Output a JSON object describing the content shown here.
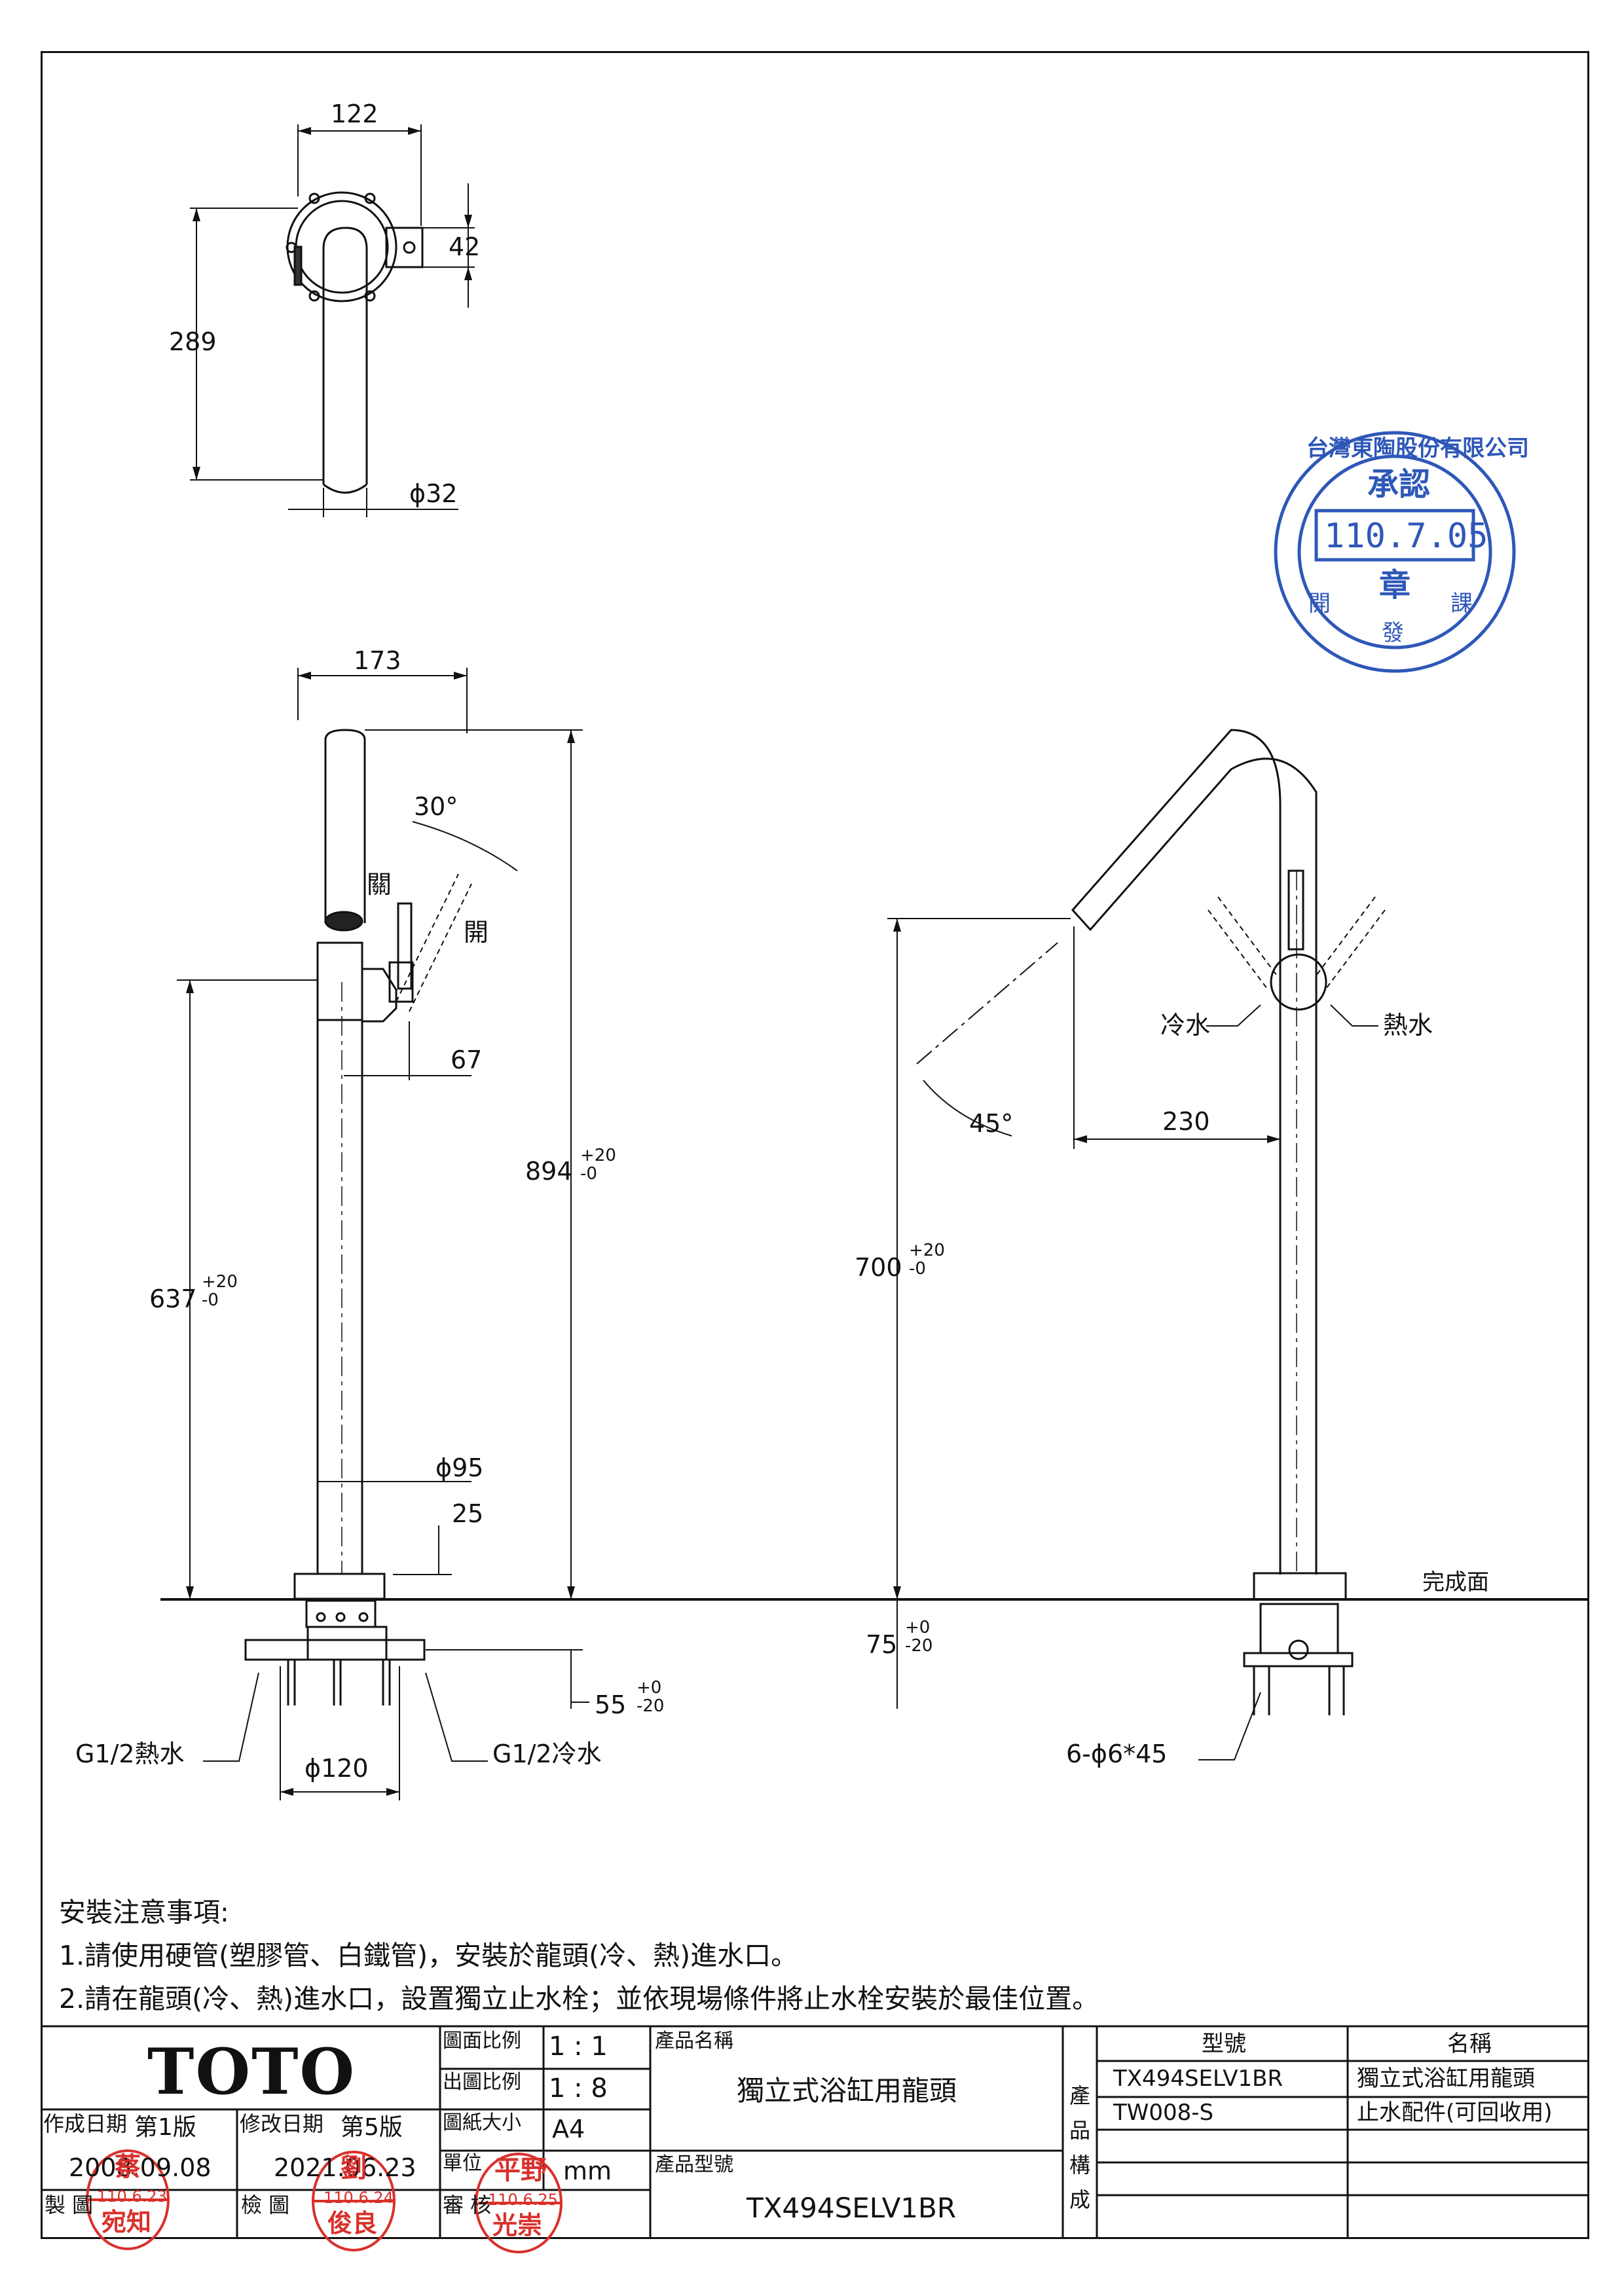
{
  "top_view": {
    "dim_width": "122",
    "dim_handle": "42",
    "dim_length": "289",
    "dim_dia": "ϕ32"
  },
  "side_view": {
    "dim_width": "173",
    "angle": "30°",
    "label_close": "關",
    "label_open": "開",
    "dim_offset": "67",
    "dim_total": "894",
    "tol_total_plus": "+20",
    "tol_total_minus": "-0",
    "dim_lever": "637",
    "tol_lever_plus": "+20",
    "tol_lever_minus": "-0",
    "dim_base_dia": "ϕ95",
    "dim_base_h": "25",
    "dim_below": "55",
    "tol_below_plus": "+0",
    "tol_below_minus": "-20",
    "label_hot_inlet": "G1/2熱水",
    "label_cold_inlet": "G1/2冷水",
    "dim_flange": "ϕ120"
  },
  "front_view": {
    "label_cold": "冷水",
    "label_hot": "熱水",
    "angle": "45°",
    "dim_reach": "230",
    "dim_height": "700",
    "tol_height_plus": "+20",
    "tol_height_minus": "-0",
    "label_finish": "完成面",
    "dim_below": "75",
    "tol_below_plus": "+0",
    "tol_below_minus": "-20",
    "label_bolts": "6-ϕ6*45"
  },
  "approval_stamp": {
    "company": "台灣東陶股份有限公司",
    "word": "承認",
    "date": "110.7.05",
    "seal": "章",
    "dept_left": "開",
    "dept_mid": "發",
    "dept_right": "課"
  },
  "notes": {
    "title": "安裝注意事項:",
    "items": [
      "1.請使用硬管(塑膠管、白鐵管)，安裝於龍頭(冷、熱)進水口。",
      "2.請在龍頭(冷、熱)進水口，設置獨立止水栓；並依現場條件將止水栓安裝於最佳位置。"
    ]
  },
  "title_block": {
    "logo": "TOTO",
    "scale_label": "圖面比例",
    "scale_value": "1 : 1",
    "print_scale_label": "出圖比例",
    "print_scale_value": "1 : 8",
    "paper_label": "圖紙大小",
    "paper_value": "A4",
    "unit_label": "單位",
    "unit_value": "mm",
    "created_label": "作成日期",
    "created_edition": "第1版",
    "created_date": "2008.09.08",
    "revised_label": "修改日期",
    "revised_edition": "第5版",
    "revised_date": "2021.06.23",
    "drawn_label": "製 圖",
    "checked_label": "檢 圖",
    "reviewed_label": "審 核",
    "product_name_label": "產品名稱",
    "product_name": "獨立式浴缸用龍頭",
    "product_model_label": "產品型號",
    "product_model": "TX494SELV1BR",
    "composition_label": [
      "產",
      "品",
      "構",
      "成"
    ],
    "table_headers": [
      "型號",
      "名稱"
    ],
    "table_rows": [
      [
        "TX494SELV1BR",
        "獨立式浴缸用龍頭"
      ],
      [
        "TW008-S",
        "止水配件(可回收用)"
      ]
    ],
    "stamp_drawn": {
      "date": "110.6.23",
      "name_top": "蔡",
      "name_bottom": "宛知"
    },
    "stamp_checked": {
      "date": "110.6.24",
      "name_top": "劉",
      "name_bottom": "俊良"
    },
    "stamp_reviewed": {
      "date": "110.6.25",
      "name_top": "平野",
      "name_bottom": "光崇"
    }
  },
  "colors": {
    "ink": "#111111",
    "stamp_red": "#d9302c",
    "stamp_blue": "#2e57b8"
  }
}
